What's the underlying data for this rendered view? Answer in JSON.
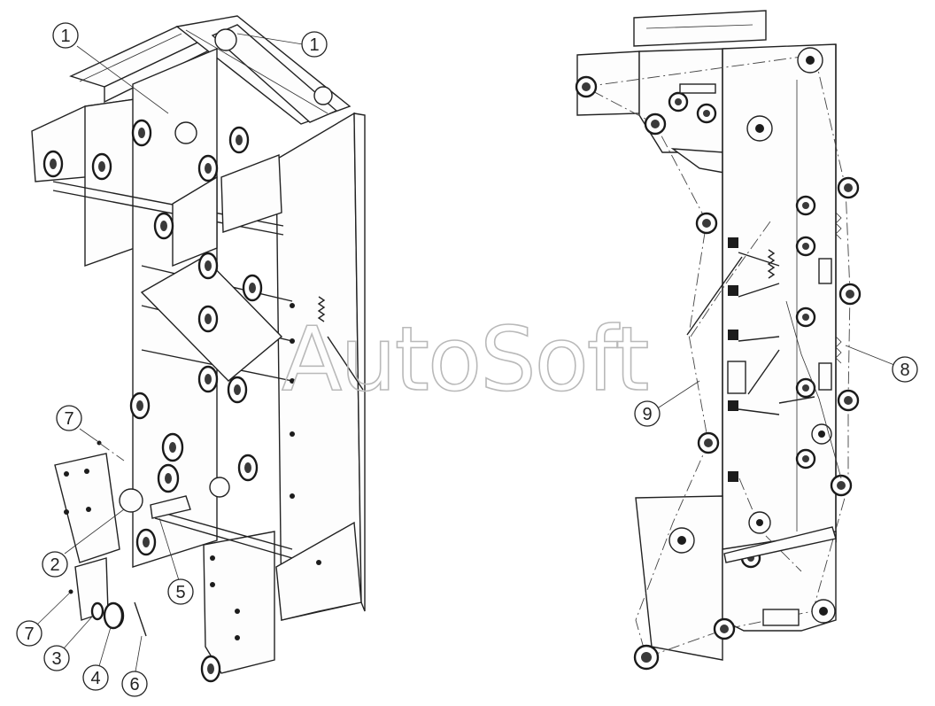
{
  "watermark": "AutoSoft",
  "callouts": [
    {
      "id": "c1a",
      "label": "1"
    },
    {
      "id": "c1b",
      "label": "1"
    },
    {
      "id": "c7a",
      "label": "7"
    },
    {
      "id": "c2",
      "label": "2"
    },
    {
      "id": "c5",
      "label": "5"
    },
    {
      "id": "c7b",
      "label": "7"
    },
    {
      "id": "c3",
      "label": "3"
    },
    {
      "id": "c4",
      "label": "4"
    },
    {
      "id": "c6",
      "label": "6"
    },
    {
      "id": "c8",
      "label": "8"
    },
    {
      "id": "c9",
      "label": "9"
    }
  ]
}
